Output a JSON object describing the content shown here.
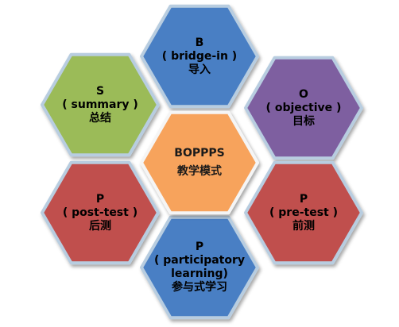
{
  "colors": {
    "center": "#f7a35c",
    "center_stroke": "#f5f5f5",
    "center_text": "#1a1a1a",
    "outer_stroke": "#b8cde0",
    "B": "#4a7fc4",
    "S": "#9bbb59",
    "O": "#7e5fa0",
    "P_post": "#c0504d",
    "P_pre": "#c0504d",
    "P_learn": "#4a7fc4"
  },
  "hexagons": {
    "center": {
      "line1": "BOPPPS",
      "line2": "教学模式"
    },
    "B": {
      "letter": "B",
      "english": "( bridge-in )",
      "chinese": "导入"
    },
    "S": {
      "letter": "S",
      "english": "( summary )",
      "chinese": "总结"
    },
    "O": {
      "letter": "O",
      "english": "( objective )",
      "chinese": "目标"
    },
    "P_post": {
      "letter": "P",
      "english": "( post-test )",
      "chinese": "后测"
    },
    "P_pre": {
      "letter": "P",
      "english": "( pre-test )",
      "chinese": "前测"
    },
    "P_learn": {
      "letter": "P",
      "english1": "( participatory",
      "english2": "learning)",
      "chinese": "参与式学习"
    }
  }
}
